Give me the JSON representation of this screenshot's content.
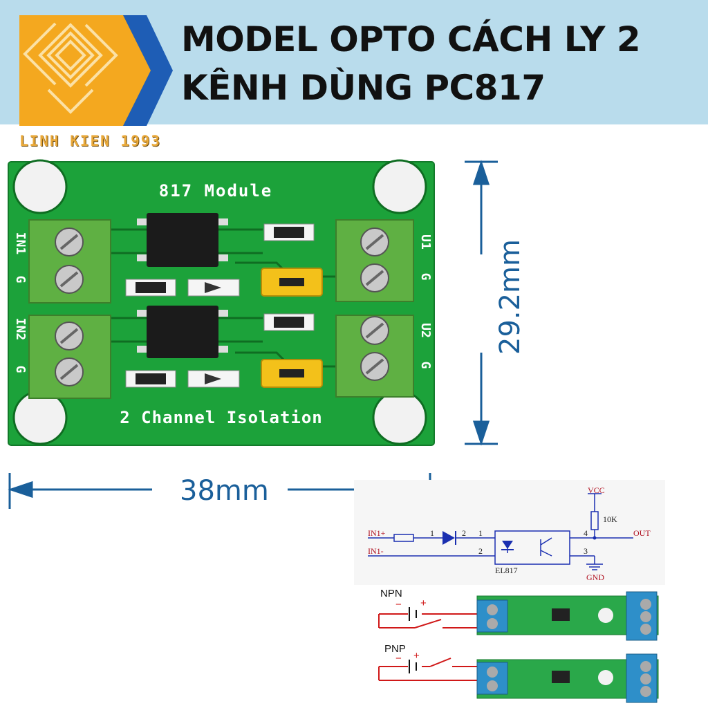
{
  "header": {
    "title_line1": "MODEL OPTO CÁCH LY 2",
    "title_line2": "KÊNH DÙNG PC817",
    "brand_name": "LINH KIEN 1993",
    "logo_icon": "maze-square-logo",
    "colors": {
      "banner": "#b9dcec",
      "logo_orange": "#f4a81f",
      "logo_blue": "#1e5db5",
      "brand_text": "#e9a93a"
    }
  },
  "board": {
    "silkscreen_title": "817 Module",
    "silkscreen_footer": "2 Channel Isolation",
    "left_terminals": [
      {
        "top_label": "IN1",
        "bottom_label": "G"
      },
      {
        "top_label": "IN2",
        "bottom_label": "G"
      }
    ],
    "right_terminals": [
      {
        "top_label": "U1",
        "bottom_label": "G"
      },
      {
        "top_label": "U2",
        "bottom_label": "G"
      }
    ],
    "colors": {
      "pcb": "#1ca23a",
      "terminal": "#5fb043",
      "jumper": "#f3c11a"
    }
  },
  "dimensions": {
    "width": "38mm",
    "height": "29.2mm",
    "arrow_color": "#1a5f9a"
  },
  "schematic": {
    "vcc": "VCC",
    "resistor": "10K",
    "in_plus": "IN1+",
    "in_minus": "IN1-",
    "pin1": "1",
    "pin2a": "2",
    "pin1b": "1",
    "pin2b": "2",
    "pin4": "4",
    "pin3": "3",
    "out": "OUT",
    "gnd": "GND",
    "chip": "EL817"
  },
  "wiring": {
    "npn_label": "NPN",
    "pnp_label": "PNP",
    "minus": "−",
    "plus": "+"
  }
}
